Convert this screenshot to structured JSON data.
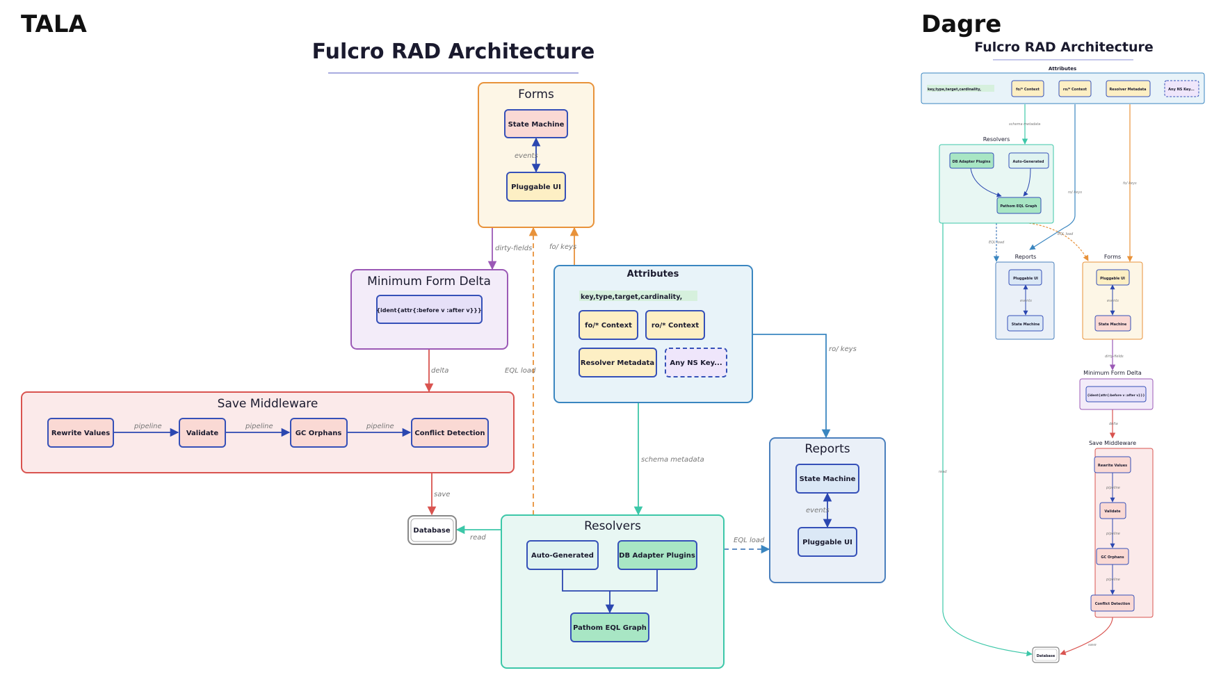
{
  "headings": {
    "left": "TALA",
    "right": "Dagre"
  },
  "diagram_title": "Fulcro RAD Architecture",
  "colors": {
    "forms": "#e8923a",
    "forms_bg": "#fdf6e6",
    "delta": "#9b59b6",
    "delta_bg": "#f3ecf9",
    "save": "#d9534f",
    "save_bg": "#fbeaea",
    "attr": "#3a86c0",
    "attr_bg": "#e8f3f9",
    "reports": "#4a7fbd",
    "reports_bg": "#eaf0f8",
    "resolvers": "#3cc7a8",
    "resolvers_bg": "#e8f7f3",
    "node_border": "#3550b8",
    "node_pink": "#fad9d4",
    "node_yellow": "#fdefc4",
    "node_blue": "#dbe8f6",
    "node_green": "#a8e6c4",
    "node_lavender": "#e6e0f8",
    "node_mint": "#dff3f0"
  },
  "containers": {
    "forms": "Forms",
    "delta": "Minimum Form Delta",
    "save": "Save Middleware",
    "attributes": "Attributes",
    "reports": "Reports",
    "resolvers": "Resolvers"
  },
  "nodes": {
    "forms_state_machine": "State Machine",
    "forms_pluggable_ui": "Pluggable UI",
    "delta_code": "{ident{attr{:before v :after v}}}",
    "rewrite": "Rewrite Values",
    "validate": "Validate",
    "gc": "GC Orphans",
    "conflict": "Conflict Detection",
    "database": "Database",
    "key_code": "key,type,target,cardinality,",
    "fo_context": "fo/* Context",
    "ro_context": "ro/* Context",
    "resolver_meta": "Resolver Metadata",
    "any_ns": "Any NS Key...",
    "reports_state_machine": "State Machine",
    "reports_pluggable_ui": "Pluggable UI",
    "auto_generated": "Auto-Generated",
    "db_adapter": "DB Adapter Plugins",
    "pathom": "Pathom EQL Graph"
  },
  "dagre_nodes": {
    "any_ns": "Any NS Key..."
  },
  "edges": {
    "events": "events",
    "dirty_fields": "dirty-fields",
    "fo_keys": "fo/ keys",
    "ro_keys": "ro/ keys",
    "delta": "delta",
    "pipeline": "pipeline",
    "save": "save",
    "read": "read",
    "eql_load": "EQL load",
    "schema_metadata": "schema metadata"
  }
}
